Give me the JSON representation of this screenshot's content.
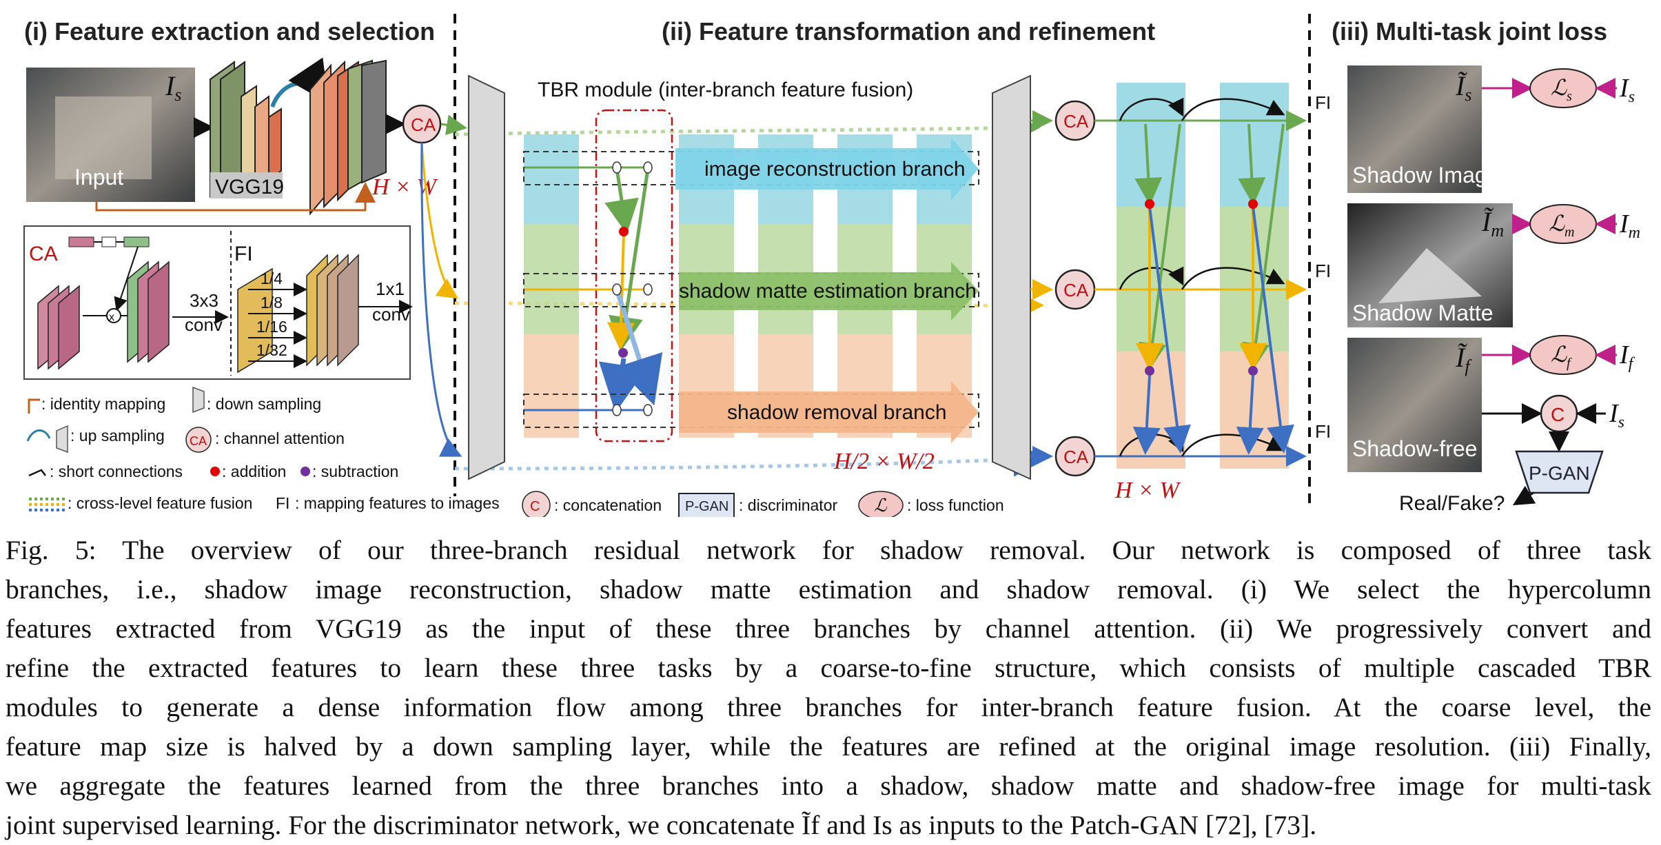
{
  "sections": {
    "s1": "(i) Feature extraction and selection",
    "s2": "(ii) Feature transformation and  refinement",
    "s3": "(iii) Multi-task joint loss"
  },
  "input": {
    "label": "Input",
    "symbol": "I_s",
    "backbone": "VGG19",
    "map_size": "H × W"
  },
  "ca_block": {
    "ca": "CA",
    "conv3": "3x3",
    "conv3b": "conv",
    "fi": "FI",
    "scales": [
      "1/4",
      "1/8",
      "1/16",
      "1/32"
    ],
    "conv1": "1x1",
    "conv1b": "conv"
  },
  "legend": {
    "identity": ": identity mapping",
    "down": ": down sampling",
    "up": ": up sampling",
    "ca": ": channel attention",
    "short": ": short connections",
    "add": ": addition",
    "sub": ": subtraction",
    "cross": ": cross-level feature fusion",
    "fi": ": mapping features to images",
    "concat": ": concatenation",
    "disc": ": discriminator",
    "loss": ": loss function",
    "ca_sym": "CA",
    "fi_sym": "FI",
    "c_sym": "C",
    "pgan_sym": "P-GAN",
    "l_sym": "ℒ"
  },
  "tbr": {
    "title": "TBR module (inter-branch feature fusion)",
    "branch1": "image reconstruction branch",
    "branch2": "shadow matte estimation branch",
    "branch3": "shadow removal branch",
    "half_size": "H/2 × W/2",
    "full_size": "H × W"
  },
  "outputs": {
    "shadow_image": "Shadow Image",
    "shadow_matte": "Shadow Matte",
    "shadow_free": "Shadow-free",
    "ls": "ℒs",
    "lm": "ℒm",
    "lf": "ℒf",
    "is": "Is",
    "im": "Im",
    "if": "If",
    "tis": "Ĩs",
    "tim": "Ĩm",
    "tif": "Ĩf",
    "c": "C",
    "pgan": "P-GAN",
    "realfake": "Real/Fake?"
  },
  "caption": [
    "Fig. 5: The overview of our three-branch residual network for shadow removal. Our network is composed of three task",
    "branches, i.e., shadow image reconstruction, shadow matte estimation and shadow removal. (i) We select the hypercolumn",
    "features extracted from VGG19 as the input of these three branches by channel attention. (ii) We progressively convert and",
    "refine the extracted features to learn these three tasks by a coarse-to-fine structure, which consists of multiple cascaded TBR",
    "modules to generate a dense information flow among three branches for inter-branch feature fusion. At the coarse level, the",
    "feature map size is halved by a down sampling layer, while the features are refined at the original image resolution. (iii) Finally,",
    "we aggregate the features learned from the three branches into a shadow, shadow matte and shadow-free image for multi-task",
    "joint supervised learning. For the discriminator network, we concatenate Ĩf and Is as inputs to the Patch-GAN [72], [73]."
  ],
  "colors": {
    "blue_branch": "#8fd3e0",
    "green_branch": "#b6d79a",
    "orange_branch": "#f4c8a8",
    "ca_fill": "#f2d4d4",
    "accent_red": "#c01010"
  }
}
